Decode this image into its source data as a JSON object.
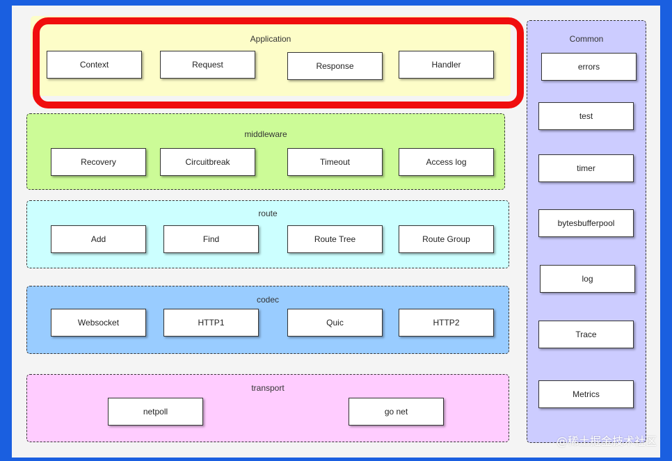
{
  "colors": {
    "frame": "#1a5fe0",
    "canvas": "#f4f4f4",
    "application": "#fdfdc8",
    "application_highlight": "#f00d0d",
    "middleware": "#ccfb97",
    "route": "#ccffff",
    "codec": "#99ccff",
    "transport": "#ffccff",
    "common": "#ccccff"
  },
  "application": {
    "title": "Application",
    "items": [
      "Context",
      "Request",
      "Response",
      "Handler"
    ]
  },
  "middleware": {
    "title": "middleware",
    "items": [
      "Recovery",
      "Circuitbreak",
      "Timeout",
      "Access log"
    ]
  },
  "route": {
    "title": "route",
    "items": [
      "Add",
      "Find",
      "Route Tree",
      "Route Group"
    ]
  },
  "codec": {
    "title": "codec",
    "items": [
      "Websocket",
      "HTTP1",
      "Quic",
      "HTTP2"
    ]
  },
  "transport": {
    "title": "transport",
    "items": [
      "netpoll",
      "go net"
    ]
  },
  "common": {
    "title": "Common",
    "items": [
      "errors",
      "test",
      "timer",
      "bytesbufferpool",
      "log",
      "Trace",
      "Metrics"
    ]
  },
  "watermark": "@稀土掘金技术社区"
}
